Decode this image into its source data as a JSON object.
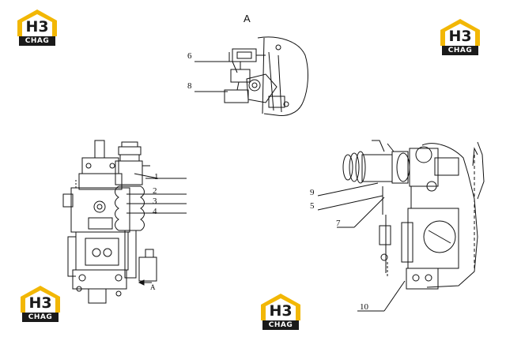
{
  "view_title": "A",
  "view_marker": "A",
  "logo": {
    "mark": "H3",
    "word": "CHAG",
    "accent": "#f2b705",
    "dark": "#1a1a1a"
  },
  "callouts": {
    "c1": "1",
    "c2": "2",
    "c3": "3",
    "c4": "4",
    "c5": "5",
    "c6": "6",
    "c7": "7",
    "c8": "8",
    "c9": "9",
    "c10": "10"
  }
}
